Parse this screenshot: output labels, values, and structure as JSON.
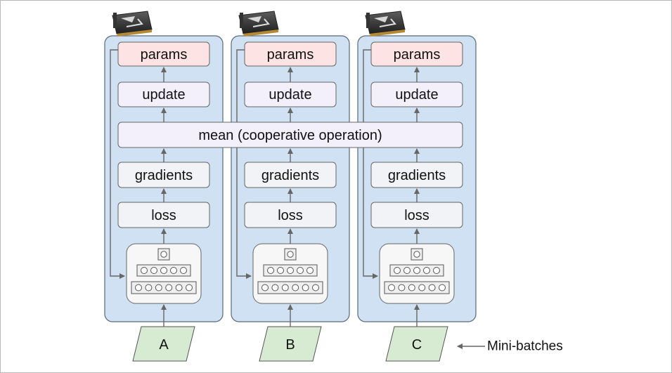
{
  "diagram": {
    "gpus": [
      {
        "params": "params",
        "update": "update",
        "gradients": "gradients",
        "loss": "loss",
        "minibatch": "A"
      },
      {
        "params": "params",
        "update": "update",
        "gradients": "gradients",
        "loss": "loss",
        "minibatch": "B"
      },
      {
        "params": "params",
        "update": "update",
        "gradients": "gradients",
        "loss": "loss",
        "minibatch": "C"
      }
    ],
    "mean_label": "mean (cooperative operation)",
    "minibatches_label": "Mini-batches",
    "colors": {
      "panel_fill": "#cfe1f3",
      "panel_stroke": "#5b6a7a",
      "params_fill": "#fde3e4",
      "box_fill": "#f3f0fb",
      "gradients_fill": "#f2f3f6",
      "minibatch_fill": "#d7ebd2",
      "arrow": "#666666"
    },
    "icons": [
      "gpu-card-icon",
      "neural-network-icon"
    ]
  }
}
